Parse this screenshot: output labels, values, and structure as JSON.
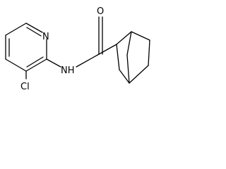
{
  "molecule": {
    "atoms": {
      "ring_nitrogen": "N",
      "amide_oxygen": "O",
      "amide_nitrogen": "NH",
      "chlorine": "Cl"
    },
    "bond_color": "#000000",
    "background": "#ffffff"
  }
}
